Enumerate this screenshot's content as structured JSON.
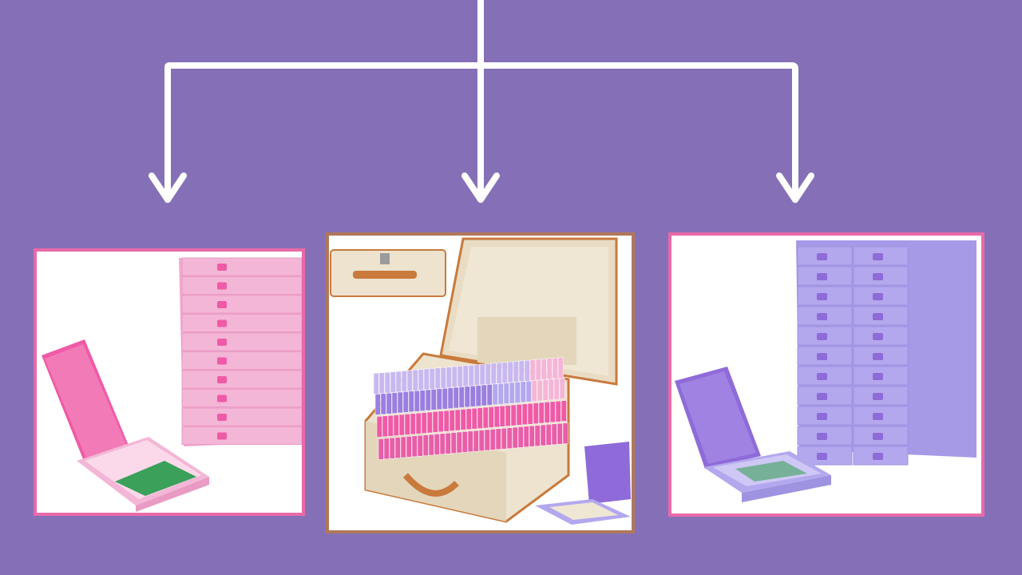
{
  "colors": {
    "background": "#8570b8",
    "arrows": "#ffffff",
    "pink_border": "#e86aa8",
    "brown_border": "#b0785a",
    "pink_box": "#f4b6d6",
    "hot_pink_lid": "#ef5aa6",
    "lavender_box": "#b3a8ee",
    "purple_lid": "#8e6bd8",
    "canvas_bag": "#ede3cf",
    "leather_handle": "#c97a3c",
    "green_beads": "#3aa05a"
  },
  "panels": [
    {
      "id": "left",
      "icon": "pink-stacked-storage-boxes"
    },
    {
      "id": "middle",
      "icon": "canvas-carry-case-with-colored-boxes"
    },
    {
      "id": "right",
      "icon": "lavender-stacked-storage-boxes"
    }
  ]
}
